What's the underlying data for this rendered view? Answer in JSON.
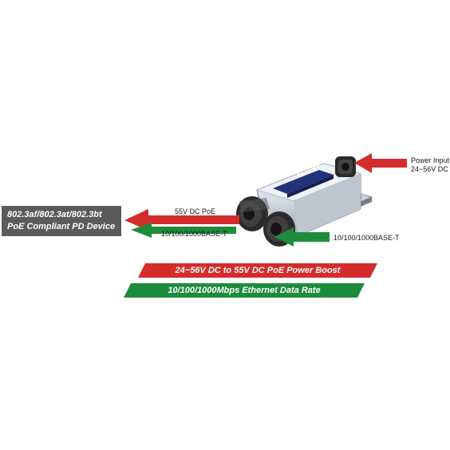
{
  "pd_device": {
    "line1": "802.3af/802.3at/802.3bt",
    "line2": "PoE Compliant PD Device"
  },
  "power_input": {
    "line1": "Power Input",
    "line2": "24~56V DC"
  },
  "poe_out_label": "55V DC PoE",
  "ethernet_left_label": "10/100/1000BASE-T",
  "ethernet_right_label": "10/100/1000BASE-T",
  "device_logo": "PLANET",
  "band_power_boost": "24~56V DC to 55V DC PoE Power Boost",
  "band_data_rate": "10/100/1000Mbps Ethernet Data Rate",
  "colors": {
    "red_arrow": "#d42c2c",
    "green_arrow": "#1d8c3c",
    "label_box": "#5b5b5b",
    "device_blue": "#23327a"
  }
}
